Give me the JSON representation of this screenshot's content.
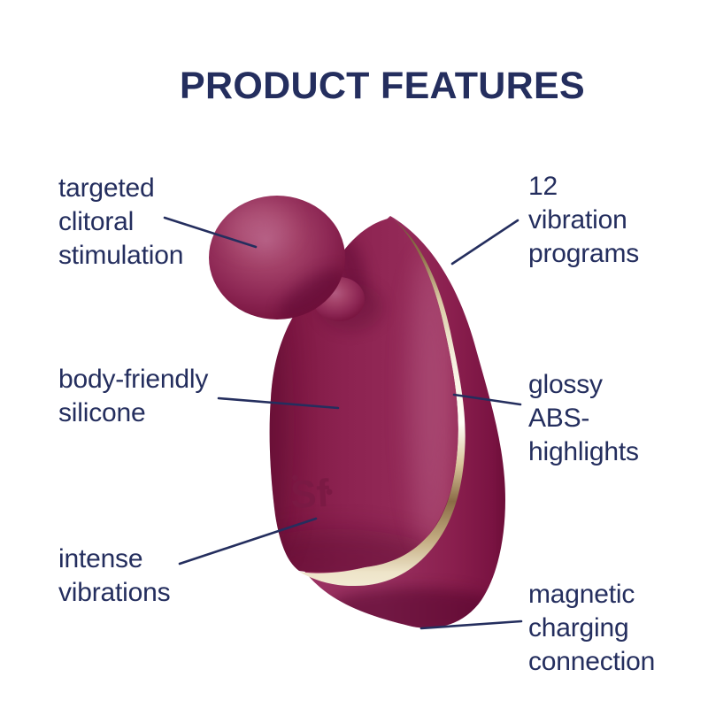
{
  "title": "PRODUCT FEATURES",
  "brand": {
    "logo_text": "Sf"
  },
  "colors": {
    "navy": "#242e5e",
    "berry": "#8e2252",
    "berry-dark": "#6f1039",
    "berry-light": "#aa4873",
    "gold-light": "#f7f1dd",
    "gold-dark": "#6b513a",
    "background": "#ffffff"
  },
  "features": {
    "left": [
      {
        "id": "targeted-stimulation",
        "label": "targeted\nclitoral\nstimulation"
      },
      {
        "id": "body-friendly-silicone",
        "label": "body-friendly\nsilicone"
      },
      {
        "id": "intense-vibrations",
        "label": "intense\nvibrations"
      }
    ],
    "right": [
      {
        "id": "vibration-programs",
        "label": "12\nvibration\nprograms"
      },
      {
        "id": "abs-highlights",
        "label": "glossy\nABS-\nhighlights"
      },
      {
        "id": "magnetic-charging",
        "label": "magnetic\ncharging\nconnection"
      }
    ]
  }
}
